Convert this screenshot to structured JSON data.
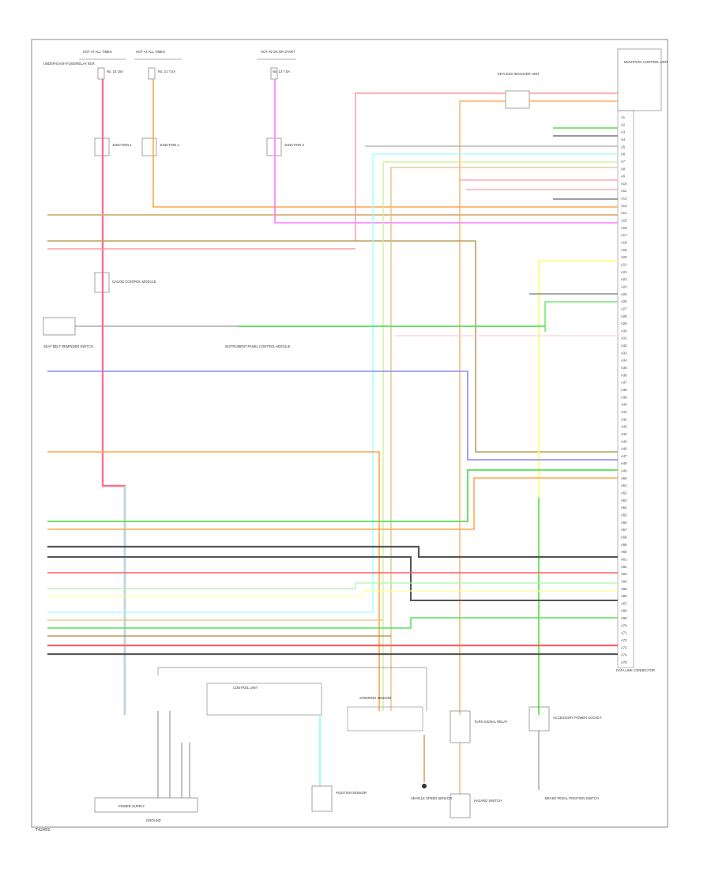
{
  "diagram_code": "T42459",
  "fuse_boxes": {
    "left": "HOT AT ALL TIMES",
    "middle": "HOT AT ALL TIMES",
    "right": "HOT IN ON OR START"
  },
  "labels": {
    "under_dash_fuse": "UNDER-DASH FUSE/RELAY BOX",
    "fuse_a": "No. 15 15A",
    "fuse_b": "No. 21 7.5A",
    "fuse_c": "No. 13 7.5A",
    "junction_a": "JUNCTION 1",
    "junction_b": "JUNCTION 2",
    "junction_c": "JUNCTION 3",
    "keyless_receiver": "KEYLESS RECEIVER UNIT",
    "instrument_panel": "INSTRUMENT PANEL CONTROL MODULE",
    "gauge_control": "GAUGE CONTROL MODULE",
    "multiplex": "MULTIPLEX CONTROL UNIT",
    "seat_belt": "SEAT BELT REMINDER SWITCH",
    "power_supply": "POWER SUPPLY",
    "ground": "GROUND",
    "control_unit": "CONTROL UNIT",
    "position_sensor": "POSITION SENSOR",
    "steering_sensor": "STEERING SENSOR",
    "accessory": "ACCESSORY POWER SOCKET",
    "vehicle_sensor": "VEHICLE SPEED SENSOR",
    "turn_relay": "TURN SIGNAL RELAY",
    "hazard_switch": "HAZARD SWITCH",
    "brake_switch": "BRAKE PEDAL POSITION SWITCH",
    "data_link": "DATA LINK CONNECTOR"
  },
  "connector_pins": [
    "A1",
    "A2",
    "A3",
    "A4",
    "A5",
    "A6",
    "A7",
    "A8",
    "A9",
    "A10",
    "A11",
    "A12",
    "A13",
    "A14",
    "A15",
    "A16",
    "A17",
    "A18",
    "A19",
    "A20",
    "A21",
    "A22",
    "A23",
    "A24",
    "A25",
    "A26",
    "A27",
    "A28",
    "A29",
    "A30",
    "A31",
    "A32",
    "A33",
    "A34",
    "A35",
    "A36",
    "A37",
    "A38",
    "A39",
    "A40",
    "A41",
    "A42",
    "A43",
    "A44",
    "A45",
    "A46",
    "A47",
    "A48",
    "A49",
    "A50",
    "A51",
    "A52",
    "A53",
    "A54",
    "A55",
    "A56",
    "A57",
    "A58",
    "A59",
    "A60",
    "A61",
    "A62",
    "A63",
    "A64",
    "A65",
    "A66",
    "A67",
    "A68",
    "A69",
    "A70",
    "A71",
    "A72",
    "A73",
    "A74",
    "A75"
  ],
  "wire_colors": {
    "pink": "#ff6f8a",
    "orange": "#ffa64d",
    "tan": "#d2b077",
    "brown": "#b08040",
    "yellow": "#ffff66",
    "green": "#55e055",
    "ltgreen": "#aaf5aa",
    "blue": "#8888ff",
    "ltblue": "#99ffff",
    "magenta": "#ff77ff",
    "black": "#555555",
    "gray": "#bbbbbb",
    "red": "#ff6060"
  },
  "wires": [
    {
      "id": "w-pink-main",
      "color": "pink",
      "code": "PNK"
    },
    {
      "id": "w-orange-1",
      "color": "orange",
      "code": "ORN"
    },
    {
      "id": "w-tan-1",
      "color": "tan",
      "code": "BRN"
    },
    {
      "id": "w-yellow-1",
      "color": "yellow",
      "code": "YEL"
    },
    {
      "id": "w-green-1",
      "color": "green",
      "code": "GRN"
    },
    {
      "id": "w-blue-1",
      "color": "blue",
      "code": "BLU"
    },
    {
      "id": "w-ltblue-1",
      "color": "ltblue",
      "code": "LT BLU"
    },
    {
      "id": "w-magenta-1",
      "color": "magenta",
      "code": "PNK"
    },
    {
      "id": "w-black-1",
      "color": "black",
      "code": "BLK"
    },
    {
      "id": "w-gray-1",
      "color": "gray",
      "code": "GRY"
    }
  ]
}
